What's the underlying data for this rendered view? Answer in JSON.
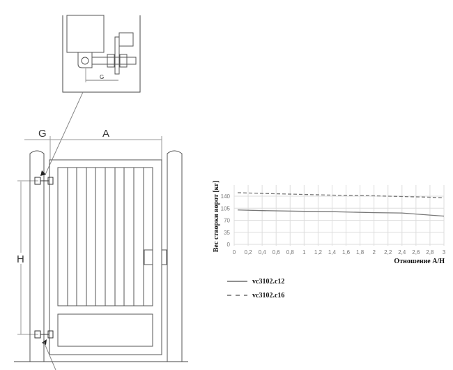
{
  "drawing": {
    "label_G": "G",
    "label_A": "A",
    "label_H": "H",
    "detail_label_G": "G"
  },
  "chart_data": {
    "type": "line",
    "xlabel": "Отношение A/H",
    "ylabel": "Вес створки ворот [кг]",
    "xlim": [
      0,
      3
    ],
    "ylim": [
      0,
      160
    ],
    "xticks": [
      "0",
      "0,2",
      "0,4",
      "0,6",
      "0,8",
      "1",
      "1,2",
      "1,4",
      "1,6",
      "1,8",
      "2",
      "2,2",
      "2,4",
      "2,6",
      "2,8",
      "3"
    ],
    "yticks": [
      "0",
      "35",
      "70",
      "105",
      "140"
    ],
    "grid": true,
    "legend_position": "bottom-left",
    "series": [
      {
        "name": "vc3102.c12",
        "style": "solid",
        "x": [
          0.05,
          0.4,
          1,
          1.4,
          2,
          2.4,
          2.6,
          2.8,
          3
        ],
        "y": [
          100,
          98,
          96,
          95,
          92,
          91,
          88,
          85,
          82
        ]
      },
      {
        "name": "vc3102.c16",
        "style": "dashed",
        "x": [
          0.05,
          0.4,
          1,
          1.4,
          2,
          2.4,
          2.8,
          3
        ],
        "y": [
          150,
          148,
          145,
          143,
          141,
          139,
          137,
          135
        ]
      }
    ]
  }
}
